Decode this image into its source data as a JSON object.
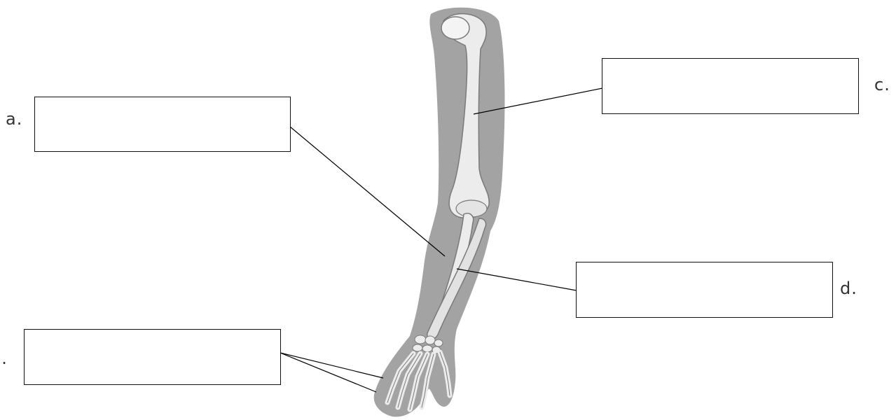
{
  "labels": [
    {
      "letter": "a.",
      "answer": ""
    },
    {
      "letter": "b.",
      "answer": ""
    },
    {
      "letter": "c.",
      "answer": ""
    },
    {
      "letter": "d.",
      "answer": ""
    }
  ],
  "colors": {
    "silhouette": "#a3a3a3",
    "bone": "#ececec",
    "bone_outline": "#7a7a7a",
    "leader_line": "#000000",
    "box_border": "#111111"
  }
}
